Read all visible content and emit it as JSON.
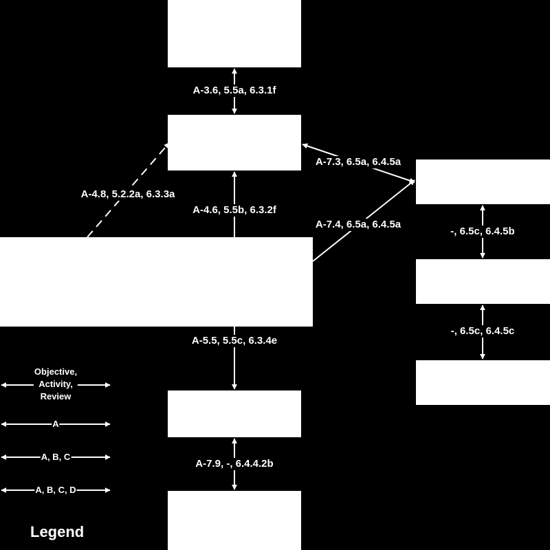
{
  "nodes": [
    {
      "id": "box-top",
      "label": ""
    },
    {
      "id": "box-upper",
      "label": ""
    },
    {
      "id": "box-center",
      "label": ""
    },
    {
      "id": "box-lower",
      "label": ""
    },
    {
      "id": "box-bottom",
      "label": ""
    },
    {
      "id": "box-right-1",
      "label": ""
    },
    {
      "id": "box-right-2",
      "label": ""
    },
    {
      "id": "box-right-3",
      "label": ""
    }
  ],
  "edges": [
    {
      "from": "box-top",
      "to": "box-upper",
      "label": "A-3.6, 5.5a, 6.3.1f",
      "style": "solid",
      "direction": "both"
    },
    {
      "from": "box-center",
      "to": "box-upper",
      "label": "A-4.6, 5.5b, 6.3.2f",
      "style": "solid",
      "direction": "to"
    },
    {
      "from": "box-center",
      "to": "box-upper",
      "label": "A-4.8, 5.2.2a, 6.3.3a",
      "style": "dashed",
      "direction": "to"
    },
    {
      "from": "box-right-1",
      "to": "box-upper",
      "label": "A-7.3, 6.5a, 6.4.5a",
      "style": "solid",
      "direction": "both"
    },
    {
      "from": "box-center",
      "to": "box-right-1",
      "label": "A-7.4, 6.5a, 6.4.5a",
      "style": "solid",
      "direction": "to"
    },
    {
      "from": "box-right-1",
      "to": "box-right-2",
      "label": "-, 6.5c, 6.4.5b",
      "style": "solid",
      "direction": "both"
    },
    {
      "from": "box-right-2",
      "to": "box-right-3",
      "label": "-, 6.5c, 6.4.5c",
      "style": "solid",
      "direction": "both"
    },
    {
      "from": "box-center",
      "to": "box-lower",
      "label": "A-5.5, 5.5c, 6.3.4e",
      "style": "solid",
      "direction": "to"
    },
    {
      "from": "box-lower",
      "to": "box-bottom",
      "label": "A-7.9, -, 6.4.4.2b",
      "style": "solid",
      "direction": "both"
    }
  ],
  "legend": {
    "title": "Legend",
    "items": [
      {
        "lines": [
          "Objective,",
          "Activity,",
          "Review"
        ]
      },
      {
        "lines": [
          "A"
        ]
      },
      {
        "lines": [
          "A, B, C"
        ]
      },
      {
        "lines": [
          "A, B, C, D"
        ]
      }
    ]
  },
  "colors": {
    "background": "#000000",
    "box": "#ffffff",
    "line": "#ffffff",
    "text": "#ffffff"
  }
}
